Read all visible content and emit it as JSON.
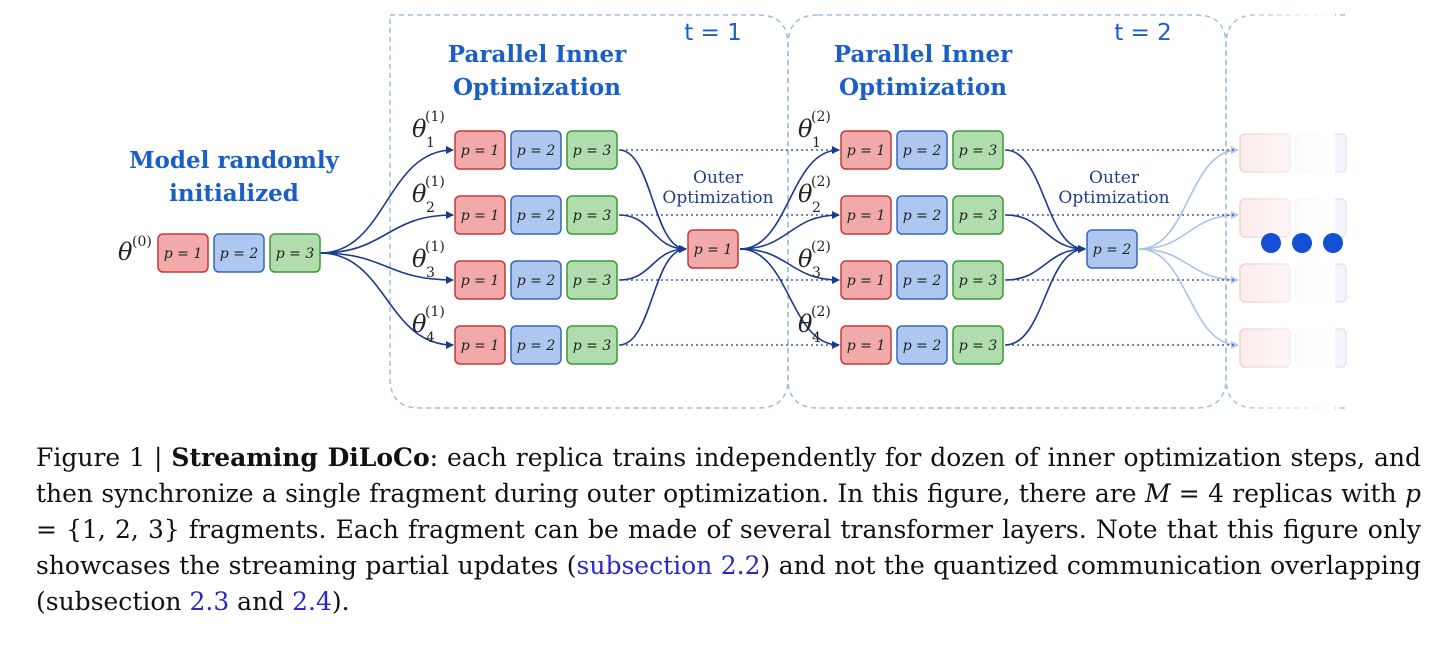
{
  "diagram": {
    "init_title": [
      "Model randomly",
      "initialized"
    ],
    "inner_title": [
      "Parallel Inner",
      "Optimization"
    ],
    "outer_title": [
      "Outer",
      "Optimization"
    ],
    "stage_labels": [
      "t = 1",
      "t = 2"
    ],
    "fragment_labels": [
      "p = 1",
      "p = 2",
      "p = 3"
    ],
    "initial_param": {
      "symbol": "θ",
      "superscript": "(0)"
    },
    "replica_params": [
      {
        "stage": 1,
        "superscript": "(1)",
        "subscripts": [
          "1",
          "2",
          "3",
          "4"
        ]
      },
      {
        "stage": 2,
        "superscript": "(2)",
        "subscripts": [
          "1",
          "2",
          "3",
          "4"
        ]
      }
    ],
    "outer_fragments": [
      "p = 1",
      "p = 2"
    ],
    "colors": {
      "p1_fill": "#f1a9a9",
      "p1_stroke": "#c33a3a",
      "p2_fill": "#adc7f1",
      "p2_stroke": "#3a66b8",
      "p3_fill": "#b1dcae",
      "p3_stroke": "#3a9a3a",
      "arrow": "#1a3a8c",
      "dashed_boundary": "#9bbfe0",
      "dots": "#1350d6"
    }
  },
  "caption": {
    "prefix": "Figure 1 | ",
    "title": "Streaming DiLoCo",
    "t1": ": each replica trains independently for dozen of inner optimization steps, and then synchronize a single fragment during outer optimization. In this figure, there are ",
    "m_var": "M",
    "m_eq": " = 4 replicas with ",
    "p_var": "p",
    "p_eq": " = {1, 2, 3} fragments. Each fragment can be made of several transformer layers. Note that this figure only showcases the streaming partial updates (",
    "link1": "subsection 2.2",
    "t2": ") and not the quantized communication overlapping (subsection ",
    "link2": "2.3",
    "t3": " and ",
    "link3": "2.4",
    "t4": ")."
  }
}
